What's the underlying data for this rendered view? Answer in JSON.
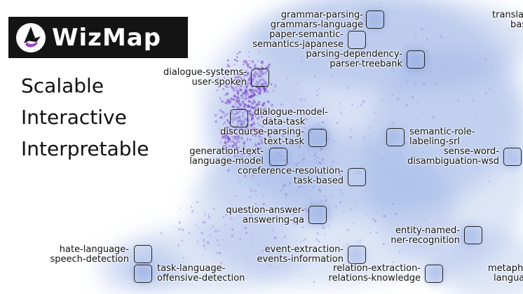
{
  "brand": {
    "name": "WizMap"
  },
  "taglines": [
    "Scalable",
    "Interactive",
    "Interpretable"
  ],
  "topics": [
    {
      "line1": "grammar-parsing-",
      "line2": "grammars-language"
    },
    {
      "line1": "translat",
      "line2": "bas"
    },
    {
      "line1": "paper-semantic-",
      "line2": "semantics-japanese"
    },
    {
      "line1": "parsing-dependency-",
      "line2": "parser-treebank"
    },
    {
      "line1": "dialogue-systems-",
      "line2": "user-spoken"
    },
    {
      "line1": "dialogue-model-",
      "line2": "data-task"
    },
    {
      "line1": "discourse-parsing-",
      "line2": "text-task"
    },
    {
      "line1": "semantic-role-",
      "line2": "labeling-srl"
    },
    {
      "line1": "generation-text-",
      "line2": "language-model"
    },
    {
      "line1": "sense-word-",
      "line2": "disambiguation-wsd"
    },
    {
      "line1": "coreference-resolution-",
      "line2": "task-based"
    },
    {
      "line1": "question-answer-",
      "line2": "answering-qa"
    },
    {
      "line1": "entity-named-",
      "line2": "ner-recognition"
    },
    {
      "line1": "hate-language-",
      "line2": "speech-detection"
    },
    {
      "line1": "event-extraction-",
      "line2": "events-information"
    },
    {
      "line1": "task-language-",
      "line2": "offensive-detection"
    },
    {
      "line1": "relation-extraction-",
      "line2": "relations-knowledge"
    },
    {
      "line1": "metapho",
      "line2": "language-"
    }
  ],
  "colors": {
    "density": "#7f9bdc",
    "points": "#7a3bc8",
    "logo_bg": "#141414"
  }
}
